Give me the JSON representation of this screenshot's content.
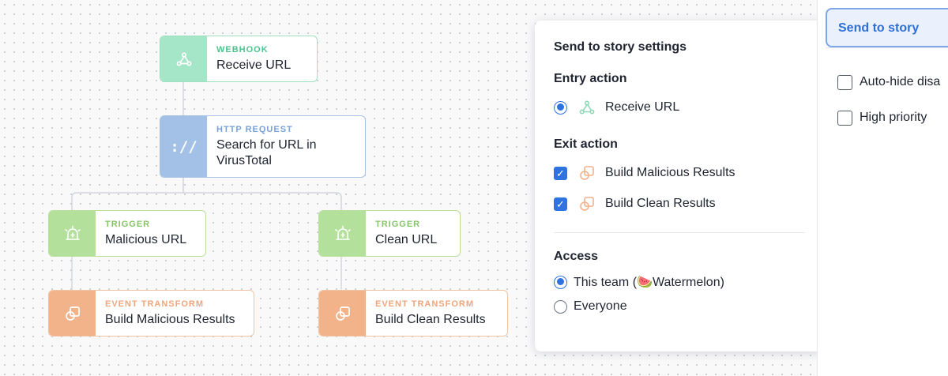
{
  "nodes": [
    {
      "id": "webhook",
      "type": "WEBHOOK",
      "label": "Receive URL",
      "icon": "webhook-icon"
    },
    {
      "id": "http",
      "type": "HTTP REQUEST",
      "label": "Search for URL in VirusTotal",
      "icon": "http-request-icon",
      "icon_text": "://"
    },
    {
      "id": "trigger-malicious",
      "type": "TRIGGER",
      "label": "Malicious URL",
      "icon": "siren-icon"
    },
    {
      "id": "trigger-clean",
      "type": "TRIGGER",
      "label": "Clean URL",
      "icon": "siren-icon"
    },
    {
      "id": "transform-malicious",
      "type": "EVENT TRANSFORM",
      "label": "Build Malicious Results",
      "icon": "transform-icon"
    },
    {
      "id": "transform-clean",
      "type": "EVENT TRANSFORM",
      "label": "Build Clean Results",
      "icon": "transform-icon"
    }
  ],
  "settings": {
    "title": "Send to story settings",
    "entry": {
      "heading": "Entry action",
      "options": [
        {
          "label": "Receive URL",
          "selected": true,
          "icon": "webhook-icon"
        }
      ]
    },
    "exit": {
      "heading": "Exit action",
      "options": [
        {
          "label": "Build Malicious Results",
          "checked": true,
          "icon": "transform-icon"
        },
        {
          "label": "Build Clean Results",
          "checked": true,
          "icon": "transform-icon"
        }
      ]
    },
    "access": {
      "heading": "Access",
      "options": [
        {
          "label": "This team (🍉Watermelon)",
          "selected": true
        },
        {
          "label": "Everyone",
          "selected": false
        }
      ]
    }
  },
  "side_panel": {
    "button_label": "Send to story",
    "options": [
      {
        "label": "Auto-hide disa",
        "checked": false
      },
      {
        "label": "High priority",
        "checked": false
      }
    ]
  },
  "colors": {
    "webhook": "#a5e6c8",
    "http_request": "#a3c0e6",
    "trigger": "#b3e09a",
    "event_transform": "#f2b28a",
    "accent": "#2f73e0"
  }
}
